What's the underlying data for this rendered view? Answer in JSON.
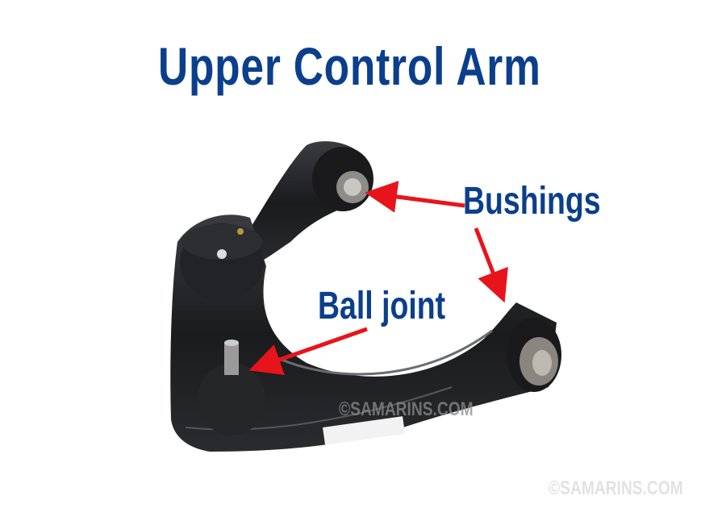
{
  "title": "Upper Control Arm",
  "labels": {
    "bushings": "Bushings",
    "ball_joint": "Ball joint"
  },
  "watermarks": {
    "center": "©SAMARINS.COM",
    "corner": "©SAMARINS.COM"
  },
  "colors": {
    "title": "#0b3f8c",
    "arrow": "#e8141b",
    "part": "#1c1d1f"
  }
}
